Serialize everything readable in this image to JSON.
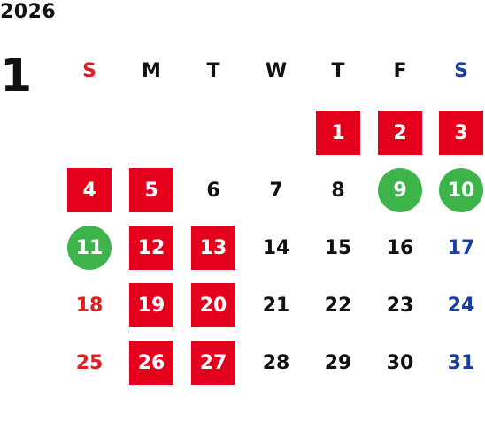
{
  "year": "2026",
  "month": "1",
  "weekdays": [
    {
      "label": "S",
      "kind": "sun"
    },
    {
      "label": "M",
      "kind": "plain"
    },
    {
      "label": "T",
      "kind": "plain"
    },
    {
      "label": "W",
      "kind": "plain"
    },
    {
      "label": "T",
      "kind": "plain"
    },
    {
      "label": "F",
      "kind": "plain"
    },
    {
      "label": "S",
      "kind": "sat"
    }
  ],
  "weeks": [
    [
      null,
      null,
      null,
      null,
      {
        "day": "1",
        "kind": "red"
      },
      {
        "day": "2",
        "kind": "red"
      },
      {
        "day": "3",
        "kind": "red"
      }
    ],
    [
      {
        "day": "4",
        "kind": "red"
      },
      {
        "day": "5",
        "kind": "red"
      },
      {
        "day": "6",
        "kind": "plain"
      },
      {
        "day": "7",
        "kind": "plain"
      },
      {
        "day": "8",
        "kind": "plain"
      },
      {
        "day": "9",
        "kind": "green"
      },
      {
        "day": "10",
        "kind": "green"
      }
    ],
    [
      {
        "day": "11",
        "kind": "green"
      },
      {
        "day": "12",
        "kind": "red"
      },
      {
        "day": "13",
        "kind": "red"
      },
      {
        "day": "14",
        "kind": "plain"
      },
      {
        "day": "15",
        "kind": "plain"
      },
      {
        "day": "16",
        "kind": "plain"
      },
      {
        "day": "17",
        "kind": "sat"
      }
    ],
    [
      {
        "day": "18",
        "kind": "sun"
      },
      {
        "day": "19",
        "kind": "red"
      },
      {
        "day": "20",
        "kind": "red"
      },
      {
        "day": "21",
        "kind": "plain"
      },
      {
        "day": "22",
        "kind": "plain"
      },
      {
        "day": "23",
        "kind": "plain"
      },
      {
        "day": "24",
        "kind": "sat"
      }
    ],
    [
      {
        "day": "25",
        "kind": "sun"
      },
      {
        "day": "26",
        "kind": "red"
      },
      {
        "day": "27",
        "kind": "red"
      },
      {
        "day": "28",
        "kind": "plain"
      },
      {
        "day": "29",
        "kind": "plain"
      },
      {
        "day": "30",
        "kind": "plain"
      },
      {
        "day": "31",
        "kind": "sat"
      }
    ]
  ],
  "colors": {
    "closed_red": "#e4001c",
    "event_green": "#3cb44a",
    "sunday_text": "#e02020",
    "saturday_text": "#1a3fa0"
  }
}
